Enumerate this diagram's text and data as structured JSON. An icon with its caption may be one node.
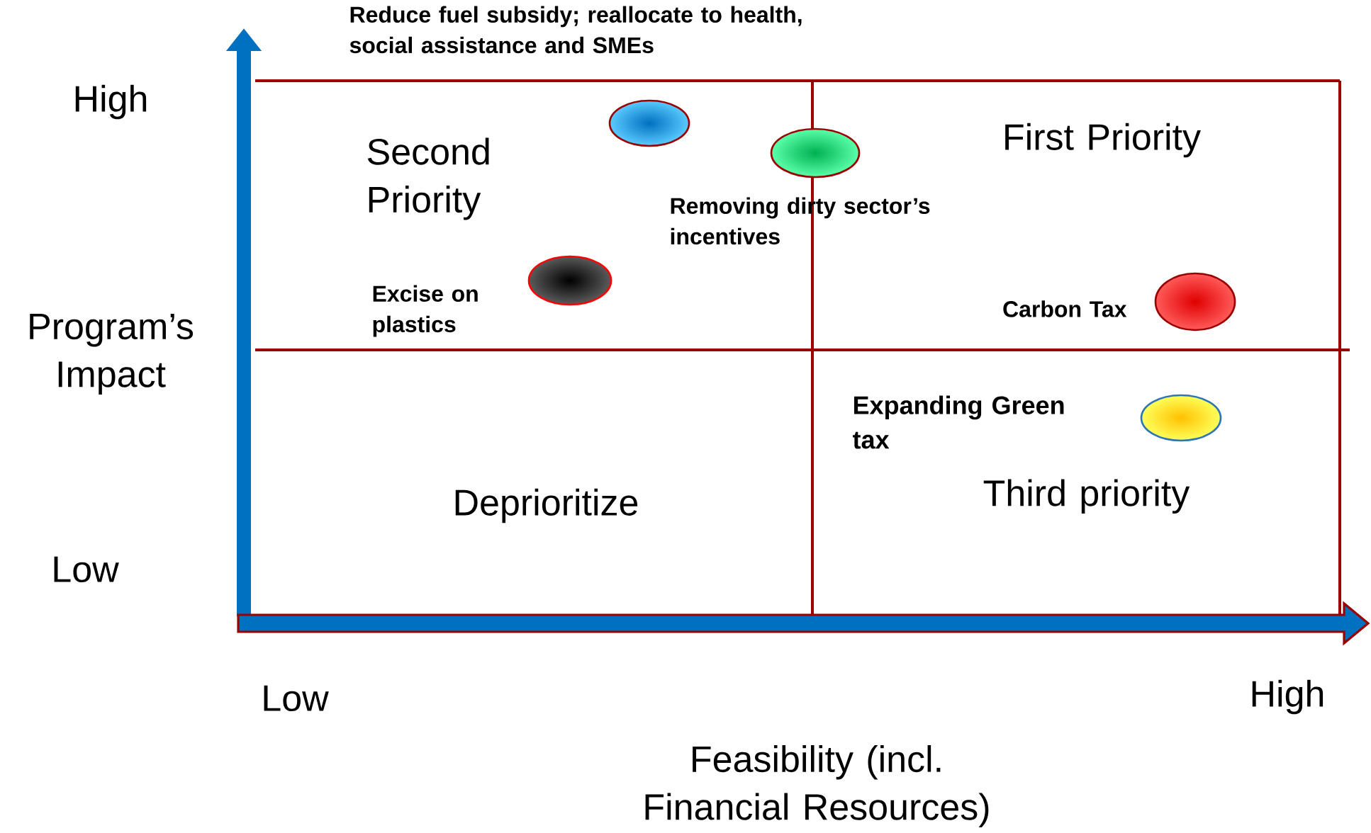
{
  "diagram": {
    "nodes": [
      {
        "text": [],
        "shape": "circle",
        "beside": [
          "Reduce fuel subsidy; reallocate to health, social assistance and SMEs"
        ]
      },
      {
        "text": [],
        "shape": "circle",
        "beside": [
          "Removing dirty sector’s incentives"
        ]
      },
      {
        "text": [],
        "shape": "circle",
        "beside": [
          "Excise on plastics"
        ]
      },
      {
        "text": [],
        "shape": "circle",
        "beside": [
          "Carbon Tax"
        ]
      },
      {
        "text": [],
        "shape": "circle",
        "beside": [
          "Expanding Green tax"
        ]
      }
    ],
    "labels": [
      "High",
      "Second Priority",
      "First Priority",
      "Program’s Impact",
      "Deprioritize",
      "Third priority",
      "Low",
      "Low",
      "High",
      "Feasibility (incl. Financial Resources)"
    ]
  }
}
